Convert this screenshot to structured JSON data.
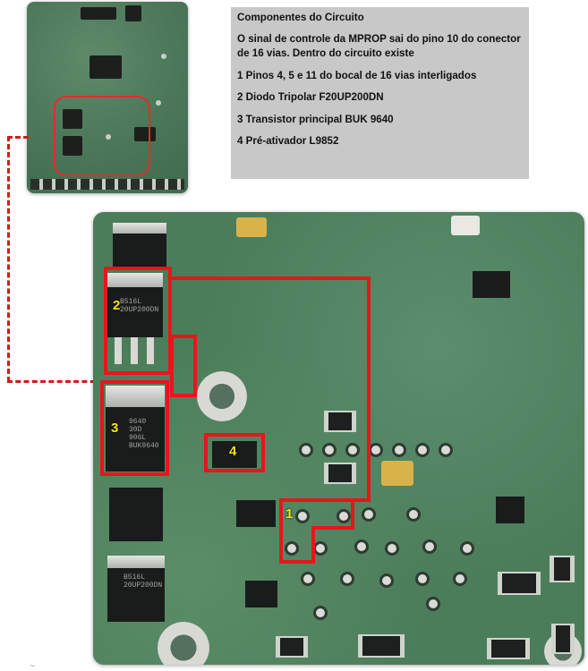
{
  "info_box": {
    "title": "Componentes do Circuito",
    "intro": "O sinal de controle da MPROP sai do pino 10 do conector de 16 vias. Dentro do circuito existe",
    "items": [
      "1 Pinos 4, 5 e 11 do bocal de 16 vias interligados",
      "2 Diodo Tripolar F20UP200DN",
      "3 Transistor principal BUK 9640",
      "4 Pré-ativador L9852"
    ]
  },
  "callouts": {
    "c1": "1",
    "c2": "2",
    "c3": "3",
    "c4": "4"
  },
  "chip_text": {
    "diode_top": "B516L\n20UP200DN",
    "transistor": "9640\n30D\n906L\nBUK9640",
    "diode_bottom": "B516L\n20UP200DN"
  },
  "footer_mark": "~",
  "colors": {
    "highlight": "#e8151b",
    "callout_number": "#f5e21a",
    "board_green": "#4b7d5b",
    "info_box_bg": "#c8c8c8"
  }
}
